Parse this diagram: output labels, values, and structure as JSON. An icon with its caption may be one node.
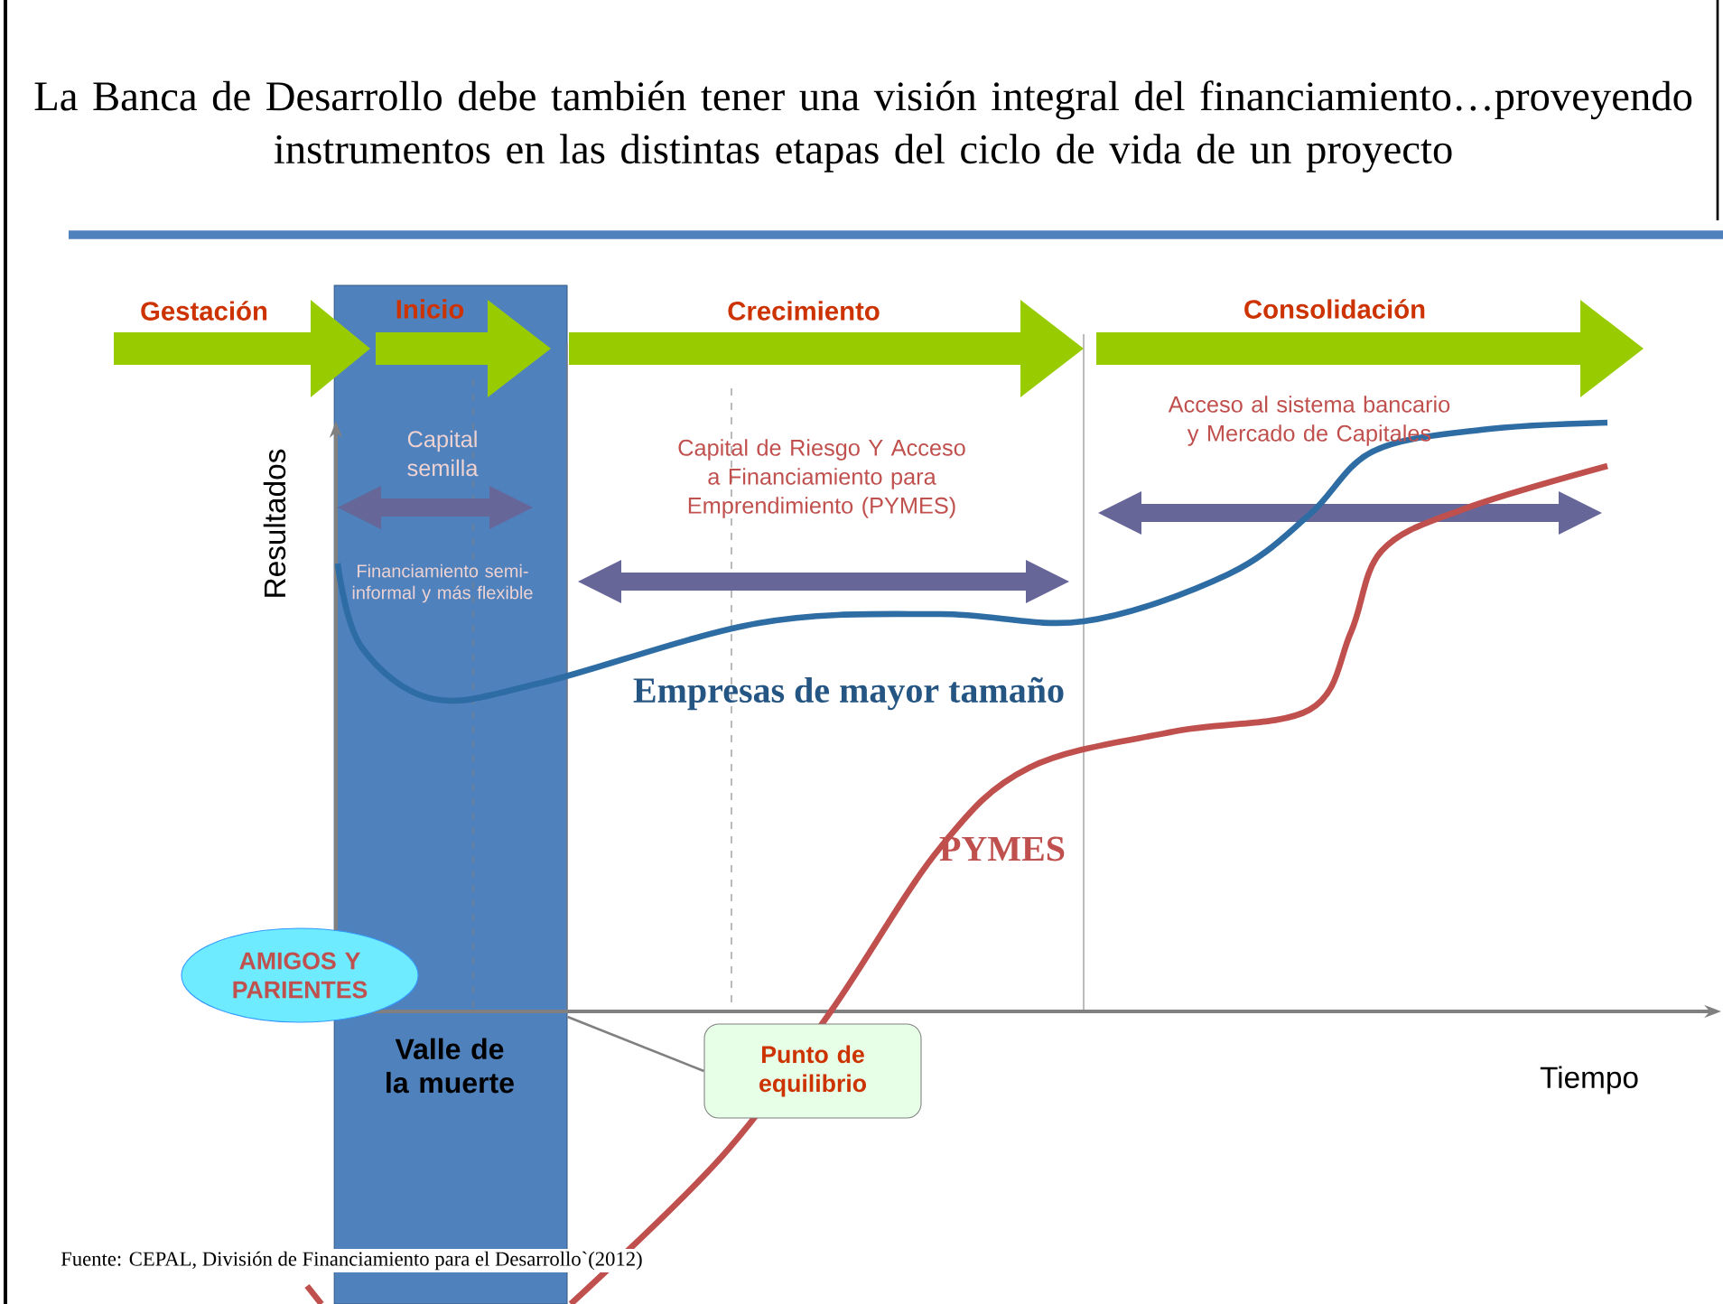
{
  "diagram": {
    "title": "La Banca de Desarrollo debe también tener una visión integral del financiamiento…proveyendo instrumentos en las distintas etapas del ciclo de vida de un proyecto",
    "caption": "Fuente: CEPAL, División de Financiamiento para el Desarrollo`(2012)",
    "nodes": [
      {
        "text": [
          "Valle de la muerte"
        ]
      },
      {
        "text": [
          "AMIGOS Y PARIENTES"
        ]
      },
      {
        "text": [
          "Punto de equilibrio"
        ]
      }
    ],
    "edges": [
      {
        "from": 2,
        "to": 0,
        "arrow": "none"
      }
    ],
    "labels": [
      "Gestación",
      "Inicio",
      "Crecimiento",
      "Consolidación",
      "Capital semilla",
      "Financiamiento semi-informal y más flexible",
      "Capital de Riesgo Y Acceso a Financiamiento para Emprendimiento (PYMES)",
      "Acceso al sistema bancario y Mercado de Capitales",
      "Resultados",
      "Empresas de mayor tamaño",
      "PYMES",
      "Tiempo"
    ]
  }
}
